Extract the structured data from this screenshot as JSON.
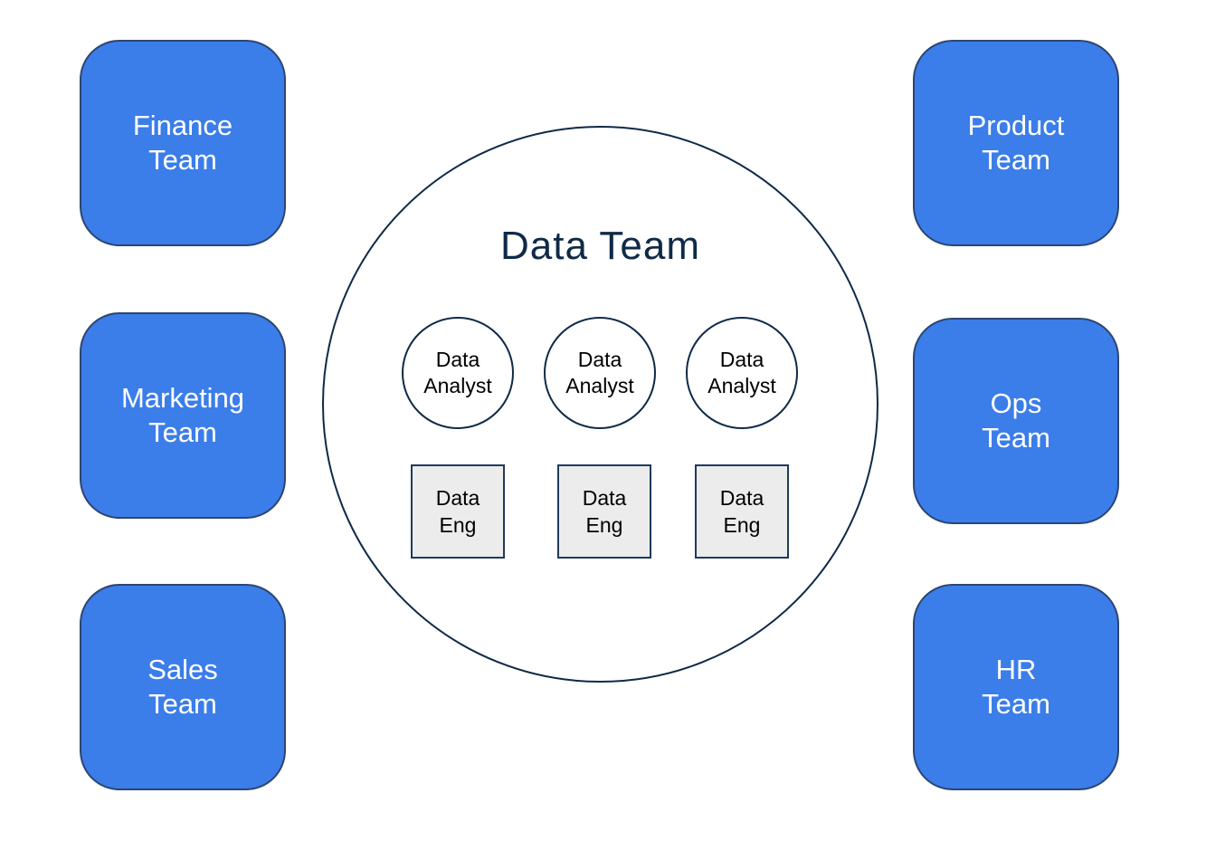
{
  "left_teams": [
    {
      "line1": "Finance",
      "line2": "Team"
    },
    {
      "line1": "Marketing",
      "line2": "Team"
    },
    {
      "line1": "Sales",
      "line2": "Team"
    }
  ],
  "right_teams": [
    {
      "line1": "Product",
      "line2": "Team"
    },
    {
      "line1": "Ops",
      "line2": "Team"
    },
    {
      "line1": "HR",
      "line2": "Team"
    }
  ],
  "data_team": {
    "title": "Data Team",
    "analysts": [
      {
        "line1": "Data",
        "line2": "Analyst"
      },
      {
        "line1": "Data",
        "line2": "Analyst"
      },
      {
        "line1": "Data",
        "line2": "Analyst"
      }
    ],
    "engineers": [
      {
        "line1": "Data",
        "line2": "Eng"
      },
      {
        "line1": "Data",
        "line2": "Eng"
      },
      {
        "line1": "Data",
        "line2": "Eng"
      }
    ]
  },
  "colors": {
    "team_box_fill": "#3b7de9",
    "team_box_border": "#2c4670",
    "data_team_outline": "#0e2a47",
    "eng_box_fill": "#ececec"
  }
}
